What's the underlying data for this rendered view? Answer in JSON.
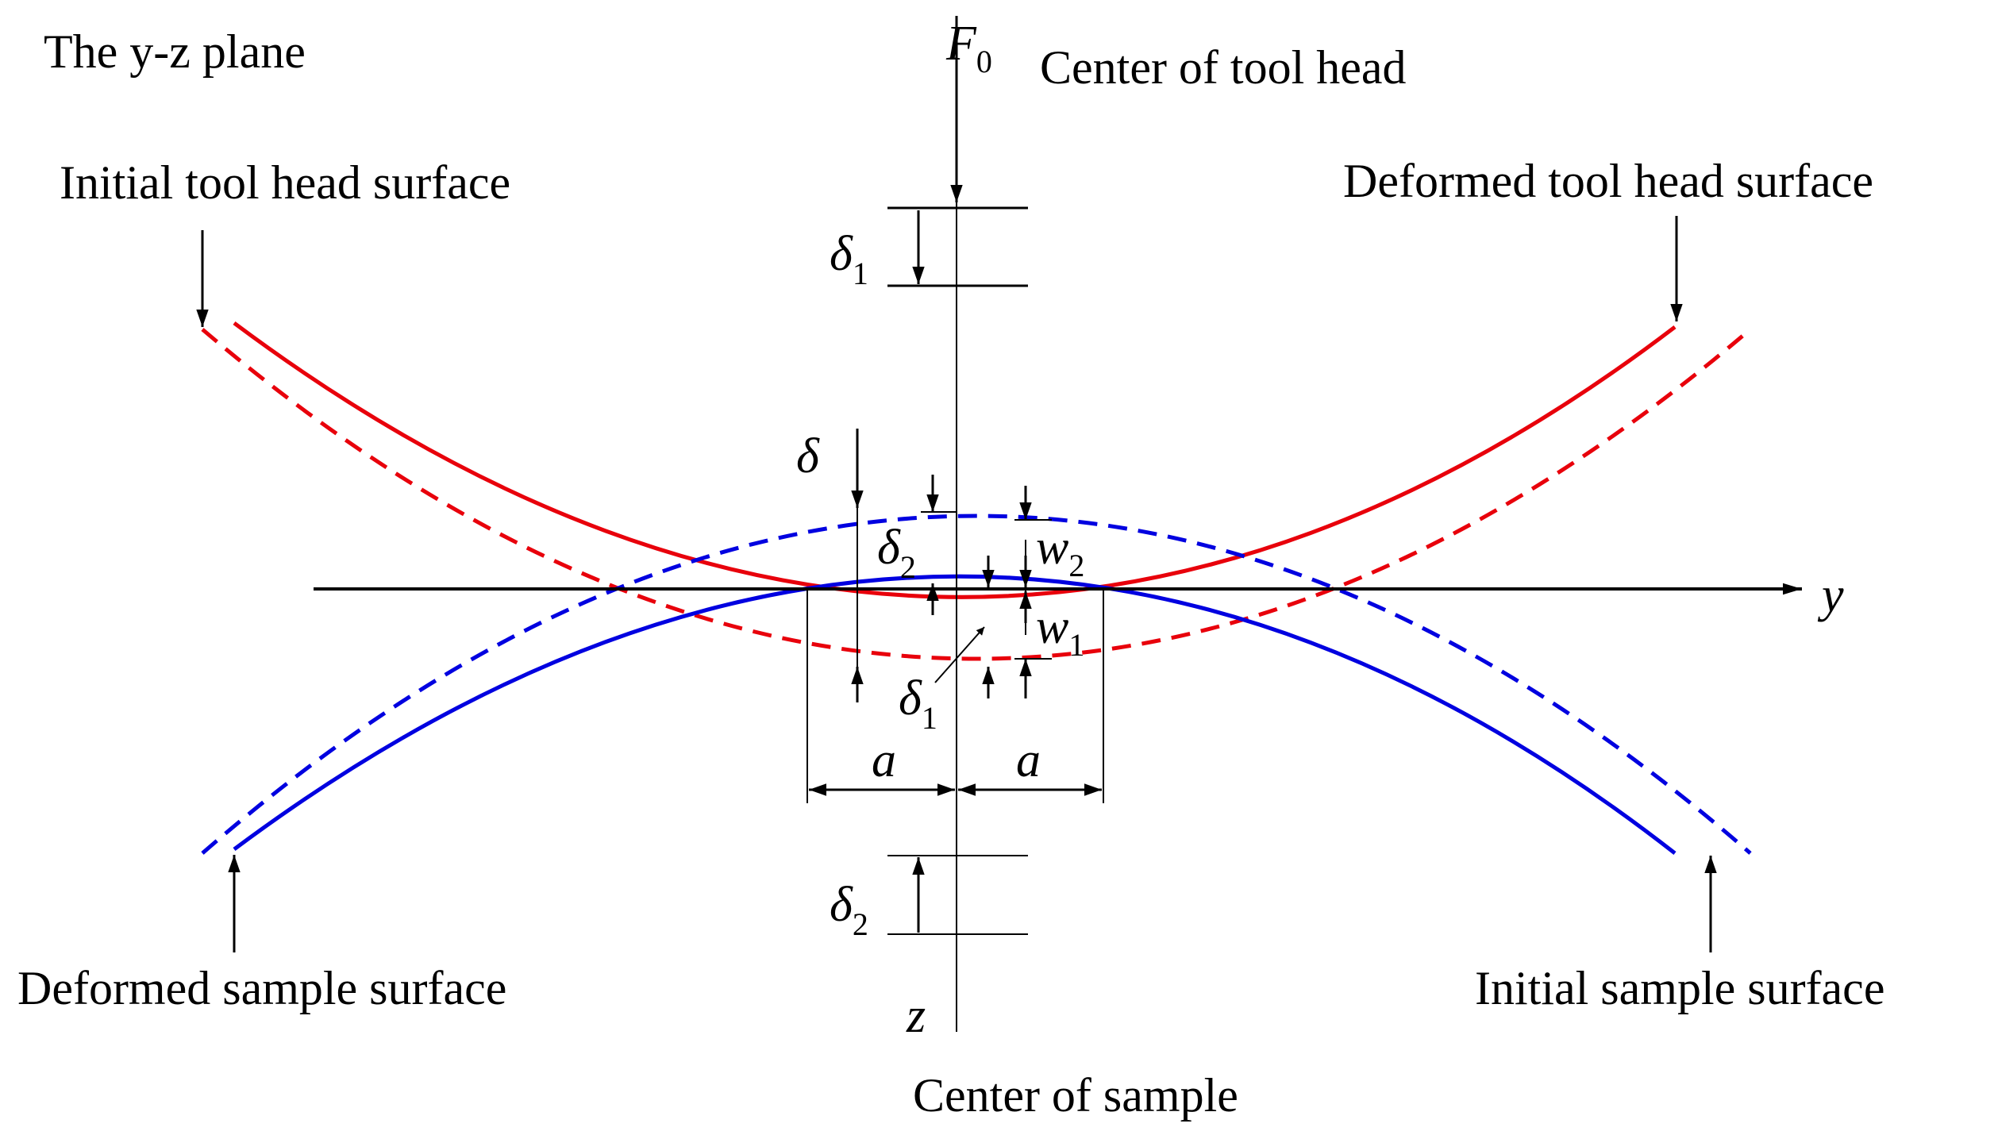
{
  "diagram": {
    "plane_label": "The y-z plane",
    "top_center_label": "Center of tool head",
    "bottom_center_label": "Center of sample",
    "initial_tool_label": "Initial tool head surface",
    "deformed_tool_label": "Deformed tool head surface",
    "deformed_sample_label": "Deformed sample surface",
    "initial_sample_label": "Initial sample surface",
    "force": {
      "main": "F",
      "sub": "0"
    },
    "delta": "δ",
    "delta1_top": {
      "main": "δ",
      "sub": "1"
    },
    "delta1_mid": {
      "main": "δ",
      "sub": "1"
    },
    "delta2_mid": {
      "main": "δ",
      "sub": "2"
    },
    "delta2_bottom": {
      "main": "δ",
      "sub": "2"
    },
    "w1": {
      "main": "w",
      "sub": "1"
    },
    "w2": {
      "main": "w",
      "sub": "2"
    },
    "a_left": "a",
    "a_right": "a",
    "y_axis": "y",
    "z_axis": "z",
    "colors": {
      "tool": "#e8000b",
      "sample": "#0000e0",
      "axes": "#000000"
    }
  }
}
